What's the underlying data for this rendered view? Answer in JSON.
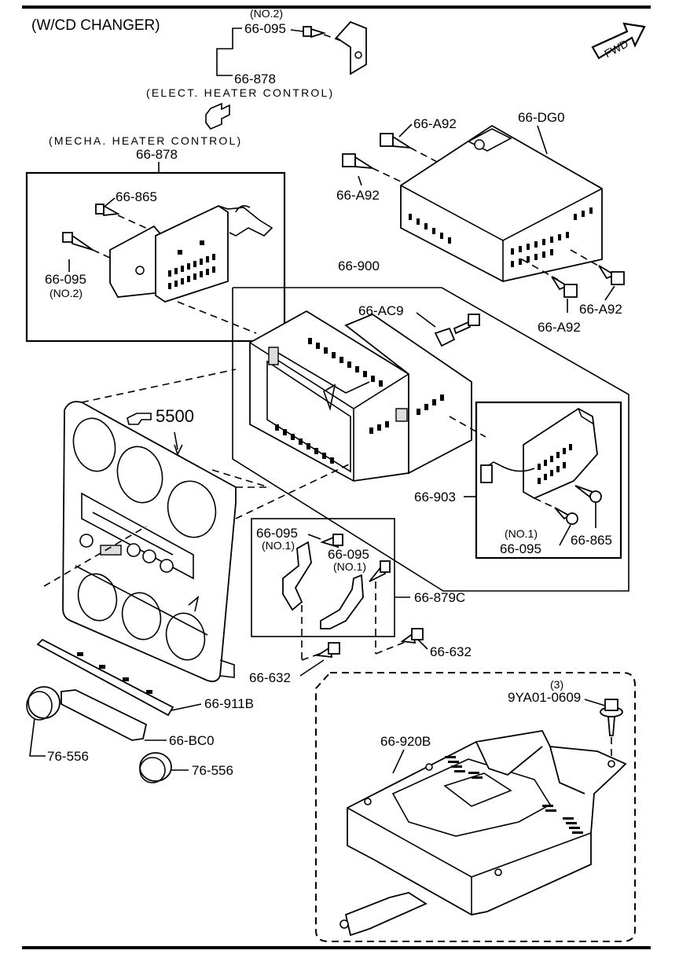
{
  "labels": {
    "header": "(W/CD CHANGER)",
    "no2_top": "(NO.2)",
    "p66_095_top": "66-095",
    "p66_878_top": "66-878",
    "elect": "(ELECT. HEATER CONTROL)",
    "mecha": "(MECHA. HEATER CONTROL)",
    "p66_878_mid": "66-878",
    "p66_865_left": "66-865",
    "p66_095_left": "66-095",
    "no2_left": "(NO.2)",
    "p66_a92_1": "66-A92",
    "p66_dg0": "66-DG0",
    "p66_a92_2": "66-A92",
    "p66_a92_3": "66-A92",
    "p66_a92_4": "66-A92",
    "p66_900": "66-900",
    "p66_ac9": "66-AC9",
    "p5500": "5500",
    "p66_903": "66-903",
    "no1_right": "(NO.1)",
    "p66_095_right": "66-095",
    "p66_865_right": "66-865",
    "p66_095_b1": "66-095",
    "no1_b1": "(NO.1)",
    "p66_095_b2": "66-095",
    "no1_b2": "(NO.1)",
    "p66_879c": "66-879C",
    "p66_632_r": "66-632",
    "p66_632_l": "66-632",
    "p66_911b": "66-911B",
    "p66_bc0": "66-BC0",
    "p76_556_l": "76-556",
    "p76_556_r": "76-556",
    "qty3": "(3)",
    "p9ya01": "9YA01-0609",
    "p66_920b": "66-920B",
    "fwd": "FWD"
  }
}
